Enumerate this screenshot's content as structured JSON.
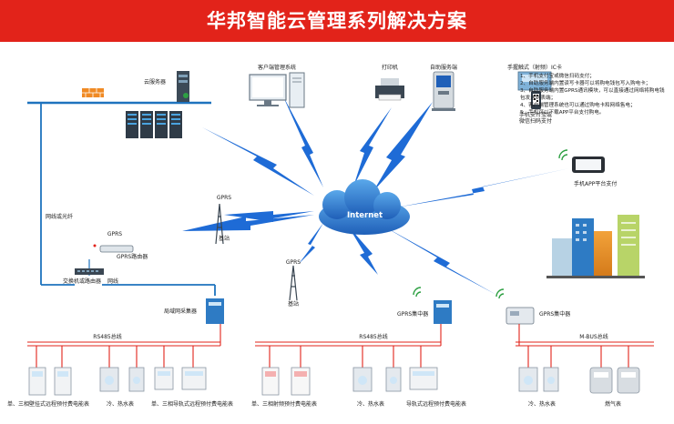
{
  "title": "华邦智能云管理系列解决方案",
  "labels": {
    "cloud_server": "云服务器",
    "client_system": "客户端管理系统",
    "printer": "打印机",
    "self_service_terminal": "自助服务端",
    "handheld": "手握触式（射频）IC卡",
    "mobile_pay": "手机支付宝或\n微信扫码支付",
    "internet": "Internet",
    "gprs_top": "GPRS",
    "base_station": "基站",
    "gprs_left": "GPRS",
    "base_station_2": "基站",
    "gprs_small": "GPRS",
    "gprs_router": "GPRS路由器",
    "network_fiber": "网线或光纤",
    "switch_router": "交换机或路由器",
    "network_cable": "网线",
    "network_collector": "局域网采集器",
    "gprs_concentrator_1": "GPRS集中器",
    "gprs_concentrator_2": "GPRS集中器",
    "mobile_app": "手机APP平台支付",
    "rs485_1": "RS485总线",
    "rs485_2": "RS485总线",
    "mbus": "M-BUS总线",
    "meter_group_1": "单、三相壁挂式远程预付费电能表",
    "meter_group_2": "冷、热水表",
    "meter_group_3": "单、三相导轨式远程预付费电能表",
    "meter_group_4": "单、三相射频预付费电能表",
    "meter_group_5": "冷、热水表",
    "meter_group_6": "导轨式远程预付费电能表",
    "meter_group_7": "冷、热水表",
    "meter_group_8": "燃气表"
  },
  "notes": [
    "1、手机支付宝或微信扫码支付；",
    "2、自助服务端内置读写卡器可以将购电钱包写入购电卡；",
    "3、自助服务端内置GPRS通讯模块，可以直接通过网络将购电钱包发送到表端；",
    "4、客户端管理系统也可以通过购电卡和网络售电；",
    "5、手机可以下载APP平台支付购电。"
  ],
  "colors": {
    "banner": "#e2231a",
    "network_line": "#1e73be",
    "bolt": "#1e6bd6",
    "bus_red": "#e2231a"
  }
}
